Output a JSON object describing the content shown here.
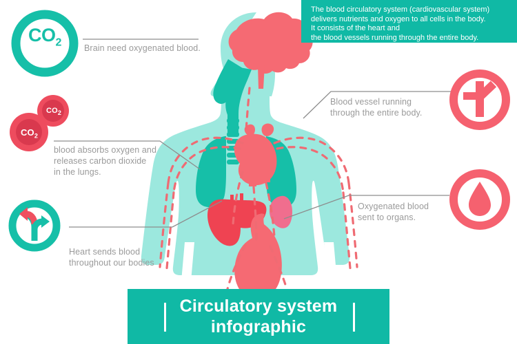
{
  "intro": {
    "text": "The blood circulatory system (cardiovascular system)\ndelivers nutrients and oxygen to all cells in the body.\nIt consists of the heart and\nthe blood vessels running through the entire body."
  },
  "banner": {
    "title": "Circulatory system\ninfographic"
  },
  "callouts": {
    "brain": {
      "text": "Brain need oxygenated blood.",
      "icon": "co2-ring-icon",
      "badge_label": "CO",
      "badge_sub": "2"
    },
    "lungs": {
      "text": "blood absorbs oxygen and\nreleases carbon dioxide\nin the lungs.",
      "icon": "co2-bubbles-icon",
      "bubble_large_label": "CO",
      "bubble_large_sub": "2",
      "bubble_small_label": "CO",
      "bubble_small_sub": "2"
    },
    "heart": {
      "text": "Heart sends blood\nthroughout our bodies",
      "icon": "branching-arrows-icon"
    },
    "vessel": {
      "text": "Blood vessel running\nthrough the entire body.",
      "icon": "blood-vessel-icon"
    },
    "oxygenated": {
      "text": "Oxygenated blood\nsent to organs.",
      "icon": "blood-drop-icon"
    }
  },
  "anatomy": {
    "parts": [
      "body-silhouette",
      "brain",
      "trachea",
      "spine",
      "lung-left",
      "lung-right",
      "heart",
      "liver",
      "spleen",
      "stomach",
      "vessel-lines"
    ]
  },
  "colors": {
    "teal": "#10b9a5",
    "teal_organ": "#16bfa8",
    "body_mint": "#9ce8de",
    "pink": "#f56a73",
    "pink_deep": "#ee4c5e",
    "red_dark": "#d9394e",
    "caption_gray": "#9a9a9a",
    "leader_line": "#8d8d8d",
    "white": "#ffffff"
  }
}
